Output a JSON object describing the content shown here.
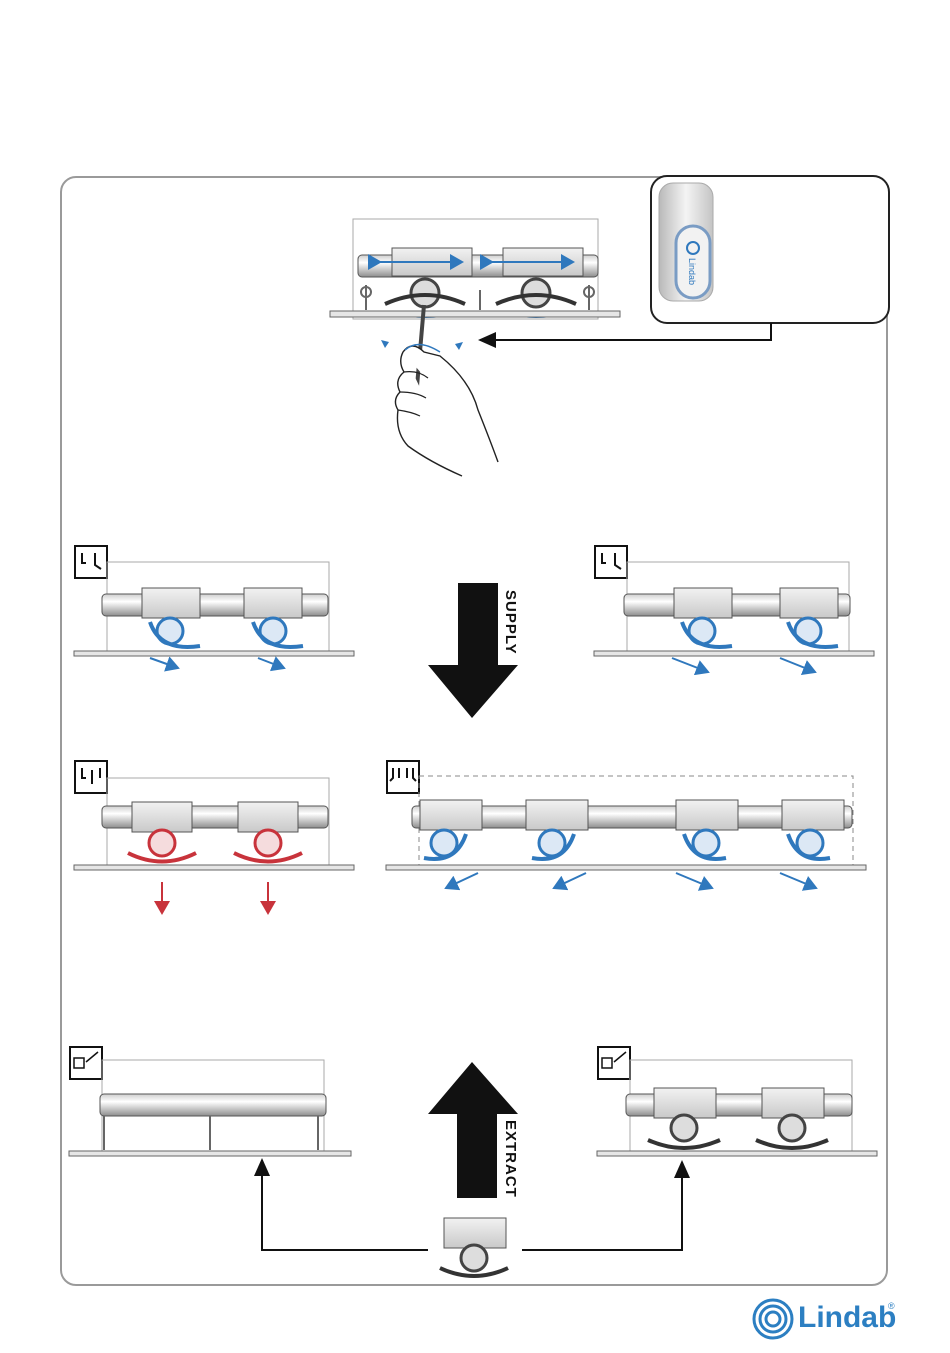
{
  "labels": {
    "supply": "SUPPLY",
    "extract": "EXTRACT"
  },
  "tool": {
    "brand": "Lindab"
  },
  "logo": {
    "text": "Lindab",
    "registered": "®"
  },
  "colors": {
    "supply_blue": "#2f78bd",
    "light_blue": "#8fb9e2",
    "extract_red": "#c8333b",
    "frame_gray": "#9a9a9a",
    "arrow_black": "#111111",
    "logo_blue": "#2c7fc2"
  }
}
